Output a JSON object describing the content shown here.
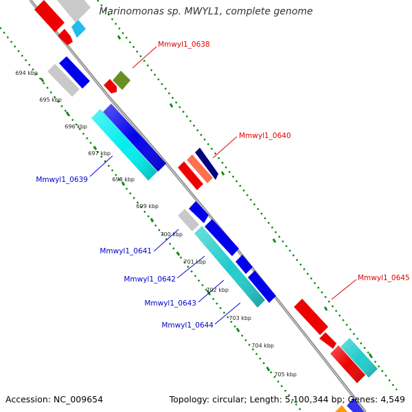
{
  "title": "Marinomonas sp. MWYL1, complete genome",
  "footer": {
    "accession": "Accession: NC_009654",
    "stats": "Topology: circular; Length: 5,100,344 bp; Genes: 4,549"
  },
  "colors": {
    "backbone": "#8a8a8a",
    "tick": "#118a11",
    "label_top": "#e00000",
    "label_bottom": "#0000cc",
    "scale_text": "#222222"
  },
  "scale_labels": [
    "694 kbp",
    "695 kbp",
    "696 kbp",
    "697 kbp",
    "698 kbp",
    "699 kbp",
    "700 kbp",
    "701 kbp",
    "702 kbp",
    "703 kbp",
    "704 kbp",
    "705 kbp"
  ],
  "gene_labels": {
    "g0638": "Mmwyl1_0638",
    "g0639": "Mmwyl1_0639",
    "g0640": "Mmwyl1_0640",
    "g0641": "Mmwyl1_0641",
    "g0642": "Mmwyl1_0642",
    "g0643": "Mmwyl1_0643",
    "g0644": "Mmwyl1_0644",
    "g0645": "Mmwyl1_0645"
  }
}
